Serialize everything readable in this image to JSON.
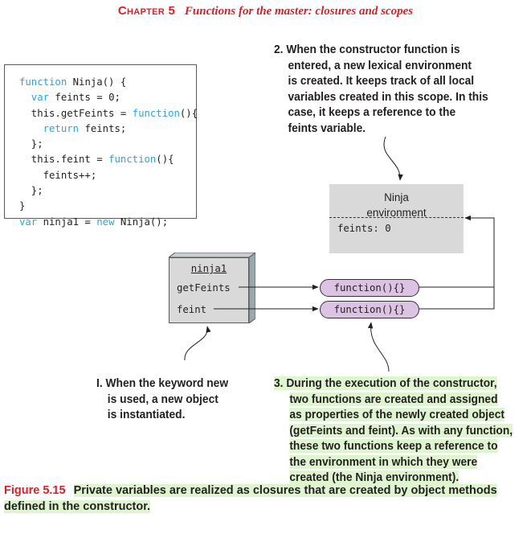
{
  "header": {
    "chapter": "Chapter 5",
    "title": "Functions for the master: closures and scopes"
  },
  "code_lines": [
    [
      {
        "t": "function",
        "kw": true
      },
      {
        "t": " Ninja() {"
      }
    ],
    [
      {
        "t": "  "
      },
      {
        "t": "var",
        "kw": true
      },
      {
        "t": " feints = 0;"
      }
    ],
    [
      {
        "t": "  this.getFeints = "
      },
      {
        "t": "function",
        "kw": true
      },
      {
        "t": "(){"
      }
    ],
    [
      {
        "t": "    "
      },
      {
        "t": "return",
        "kw": true
      },
      {
        "t": " feints;"
      }
    ],
    [
      {
        "t": "  };"
      }
    ],
    [
      {
        "t": "  this.feint = "
      },
      {
        "t": "function",
        "kw": true
      },
      {
        "t": "(){"
      }
    ],
    [
      {
        "t": "    feints++;"
      }
    ],
    [
      {
        "t": "  };"
      }
    ],
    [
      {
        "t": "}"
      }
    ],
    [
      {
        "t": "var",
        "kw": true
      },
      {
        "t": " ninja1 = "
      },
      {
        "t": "new",
        "kw": true
      },
      {
        "t": " Ninja();"
      }
    ]
  ],
  "callout2": [
    "2. When the constructor function is",
    "entered, a new lexical environment",
    "is created. It keeps track of all local",
    "variables created in this scope. In this",
    "case, it keeps a reference to the",
    "feints variable."
  ],
  "environment": {
    "title_line1": "Ninja",
    "title_line2": "environment",
    "variable": "feints: 0"
  },
  "object": {
    "name": "ninja1",
    "prop1": "getFeints",
    "prop2": "feint"
  },
  "functions": {
    "fn1": "function(){}",
    "fn2": "function(){}"
  },
  "callout1": [
    "I. When the keyword new",
    "is used, a new object",
    "is instantiated."
  ],
  "callout3": [
    "3. During the execution of the constructor,",
    "two functions are created and assigned",
    "as properties of the newly created object",
    "(getFeints and feint). As with any function,",
    "these two functions keep a reference to",
    "the environment in which they were",
    "created (the Ninja environment)."
  ],
  "caption": {
    "number": "Figure 5.15",
    "line1": "Private variables are realized as closures that are created by object methods",
    "line2": "defined in the constructor."
  },
  "colors": {
    "accent_red": "#d2232a",
    "keyword_blue": "#2aa5d8",
    "highlight_green": "#dff5cf",
    "env_gray": "#d9d9da",
    "function_purple": "#dcc2e3"
  }
}
